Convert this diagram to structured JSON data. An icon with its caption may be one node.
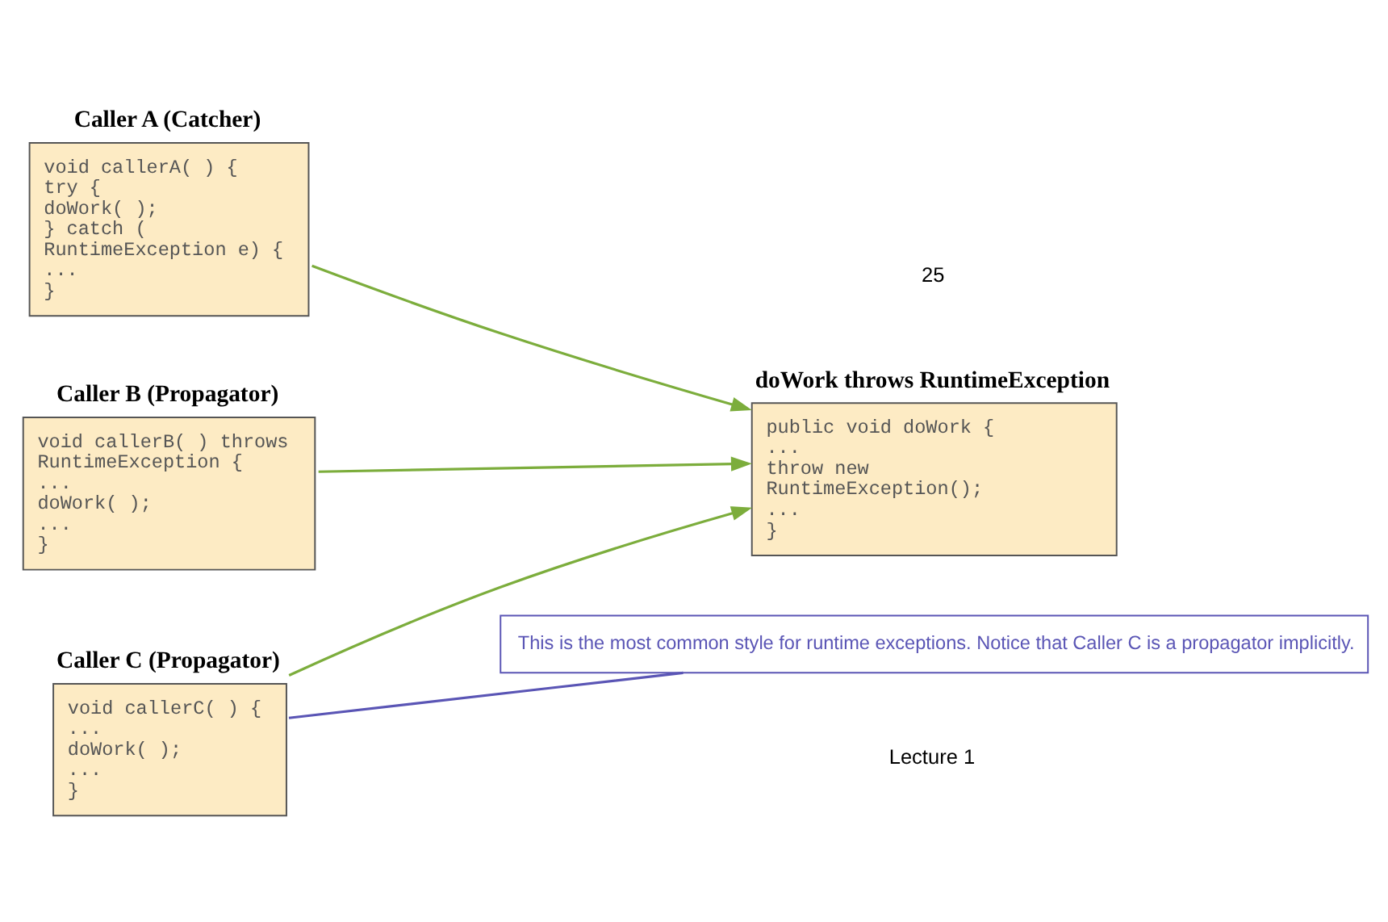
{
  "diagram": {
    "nodes": [
      {
        "text": [
          "Caller A (Catcher)",
          "void callerA( ) {",
          "try {",
          "doWork( );",
          "} catch (",
          "RuntimeException e) {",
          "...",
          "}"
        ]
      },
      {
        "text": [
          "doWork throws RuntimeException",
          "public void doWork {",
          "...",
          "throw new",
          "RuntimeException();",
          "...",
          "}"
        ]
      },
      {
        "text": [
          "Caller B (Propagator)",
          "void callerB( ) throws",
          "RuntimeException {",
          "...",
          "doWork( );",
          "...",
          "}"
        ]
      },
      {
        "text": [
          "Caller C (Propagator)",
          "void callerC( ) {",
          "...",
          "doWork( );",
          "...",
          "}"
        ]
      },
      {
        "text": [
          "This is the most common style for runtime exceptions. Notice that Caller C is a propagator implicitly."
        ]
      }
    ],
    "edges": [
      {
        "from": 0,
        "to": 1,
        "arrow": "to"
      },
      {
        "from": 2,
        "to": 1,
        "arrow": "to"
      },
      {
        "from": 3,
        "to": 1,
        "arrow": "to"
      },
      {
        "from": 4,
        "to": 3,
        "arrow": "none",
        "color": "#5a55b5"
      }
    ],
    "labels": [
      "Lecture 1",
      "25"
    ]
  }
}
